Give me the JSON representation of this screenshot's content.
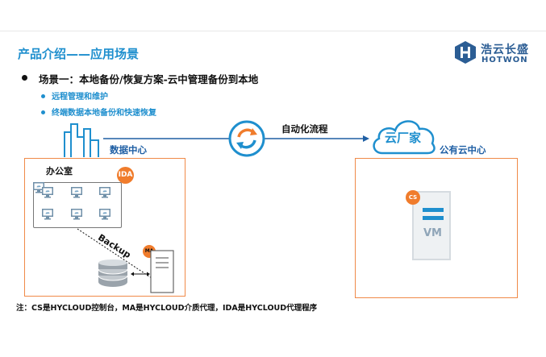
{
  "header": {
    "title": "产品介绍——应用场景",
    "logo_cn": "浩云长盛",
    "logo_en": "HOTWON"
  },
  "scene": {
    "title": "场景一：本地备份/恢复方案-云中管理备份到本地",
    "points": [
      "远程管理和维护",
      "终端数据本地备份和快速恢复"
    ]
  },
  "diagram": {
    "datacenter_label": "数据中心",
    "flow_label": "自动化流程",
    "cloud_label": "云厂家",
    "public_label": "公有云中心",
    "office_label": "办公室",
    "ida_badge": "IDA",
    "backup_label": "Backup",
    "ma_badge": "MA",
    "cs_badge": "CS",
    "vm_label": "VM"
  },
  "footnote": "注：CS是HYCLOUD控制台，MA是HYCLOUD介质代理，IDA是HYCLOUD代理程序",
  "colors": {
    "accent": "#1f8fce",
    "orange": "#f07c2c",
    "brand": "#2b5d94"
  }
}
